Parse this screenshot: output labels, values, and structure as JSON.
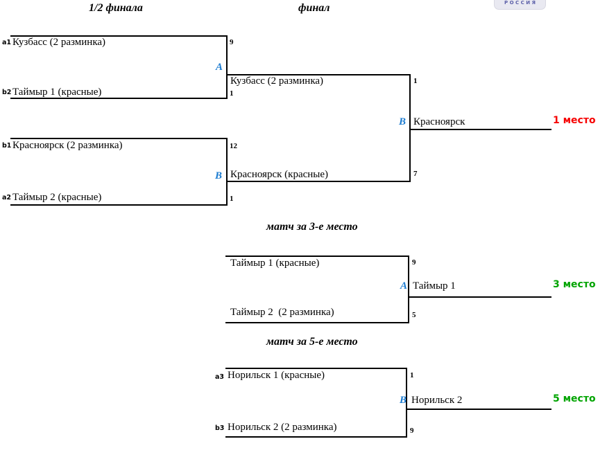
{
  "page": {
    "headers": {
      "semifinal": "1/2 финала",
      "final": "финал"
    },
    "badge": "РОССИЯ",
    "colors": {
      "slot_blue": "#1b7bd0",
      "first_place_red": "#f60000",
      "place_green": "#00a400",
      "line_black": "#000000",
      "badge_bg": "#e9e9f1",
      "badge_border": "#d8d8e2",
      "badge_text": "#5b5fa8"
    }
  },
  "semifinal1": {
    "seed_top": "a1",
    "team_top": "Кузбасс (2 разминка)",
    "score_top": "9",
    "slot": "A",
    "seed_bottom": "b2",
    "team_bottom": "Таймыр 1 (красные)",
    "score_bottom": "1"
  },
  "semifinal2": {
    "seed_top": "b1",
    "team_top": "Красноярск (2 разминка)",
    "score_top": "12",
    "slot": "B",
    "seed_bottom": "a2",
    "team_bottom": "Таймыр 2 (красные)",
    "score_bottom": "1"
  },
  "final": {
    "team_top": "Кузбасс (2 разминка)",
    "score_top": "1",
    "slot": "B",
    "winner": "Красноярск",
    "place": "1 место",
    "team_bottom": "Красноярск (красные)",
    "score_bottom": "7"
  },
  "third_place": {
    "title": "матч за 3-е место",
    "team_top": "Таймыр 1 (красные)",
    "score_top": "9",
    "slot": "A",
    "winner": "Таймыр 1",
    "place": "3 место",
    "team_bottom": "Таймыр 2  (2 разминка)",
    "score_bottom": "5"
  },
  "fifth_place": {
    "title": "матч за 5-е место",
    "seed_top": "a3",
    "team_top": "Норильск 1 (красные)",
    "score_top": "1",
    "slot": "B",
    "winner": "Норильск 2",
    "place": "5 место",
    "seed_bottom": "b3",
    "team_bottom": "Норильск 2 (2 разминка)",
    "score_bottom": "9"
  }
}
